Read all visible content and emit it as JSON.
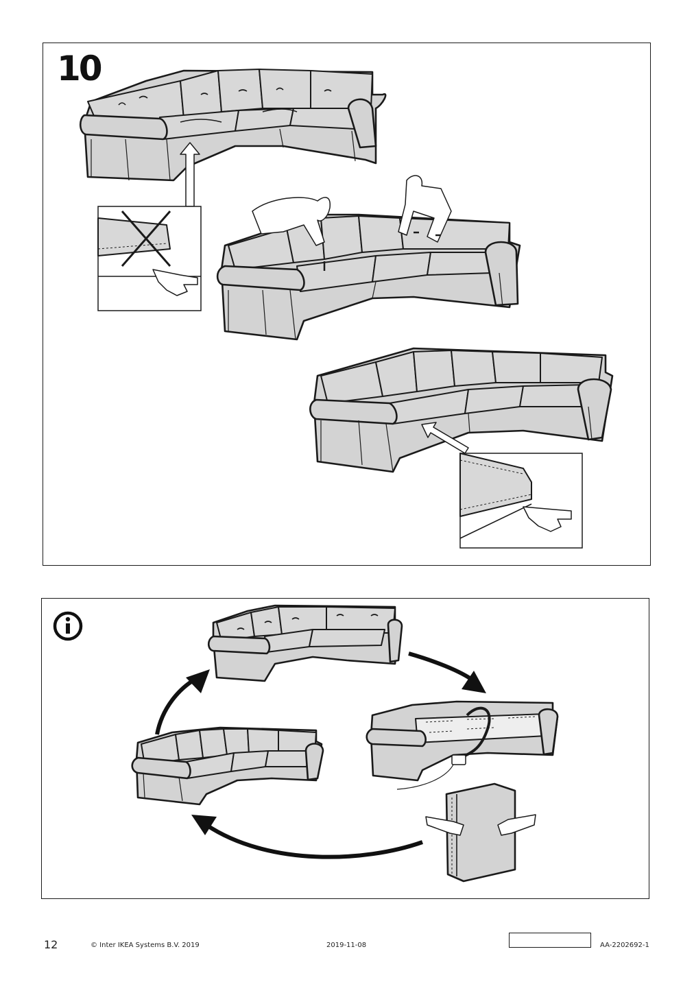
{
  "step": {
    "number": "10"
  },
  "info": {
    "icon": "info-icon"
  },
  "footer": {
    "page_number": "12",
    "copyright": "© Inter IKEA Systems B.V. 2019",
    "date": "2019-11-08",
    "doc_id": "AA-2202692-1"
  }
}
